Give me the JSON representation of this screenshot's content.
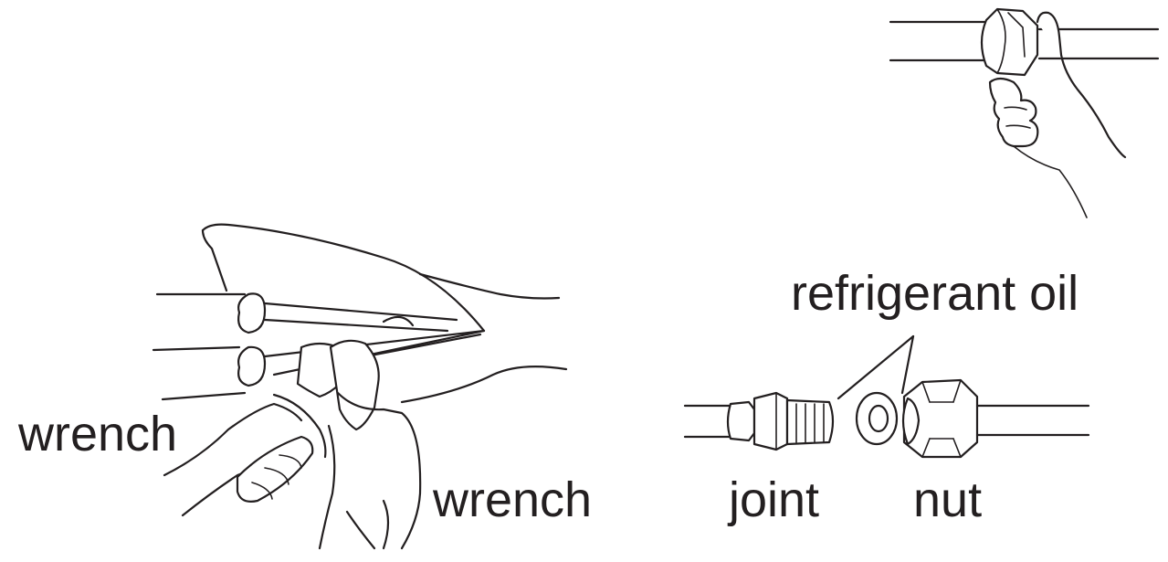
{
  "labels": {
    "wrench_left": "wrench",
    "wrench_right": "wrench",
    "refrigerant_oil": "refrigerant oil",
    "joint": "joint",
    "nut": "nut"
  },
  "colors": {
    "ink": "#231f20",
    "background": "#ffffff"
  }
}
